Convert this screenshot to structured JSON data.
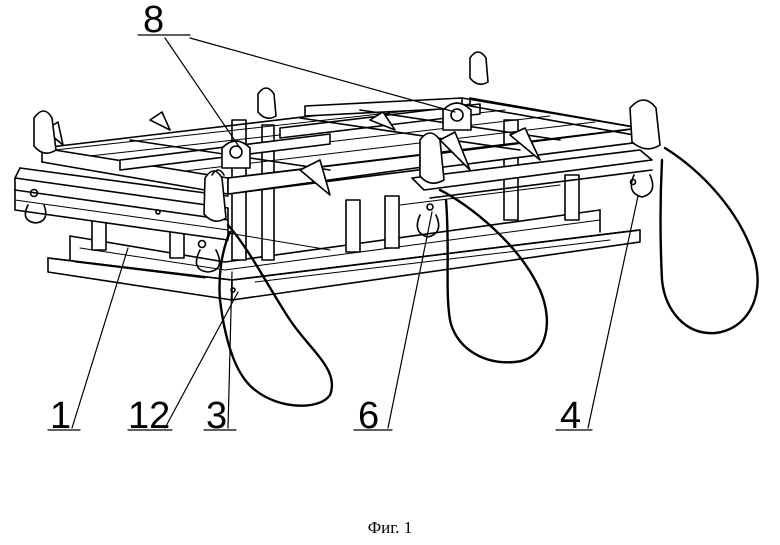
{
  "figure": {
    "caption": "Фиг. 1",
    "callouts": {
      "c8": "8",
      "c1": "1",
      "c12": "12",
      "c3": "3",
      "c6": "6",
      "c4": "4"
    }
  }
}
